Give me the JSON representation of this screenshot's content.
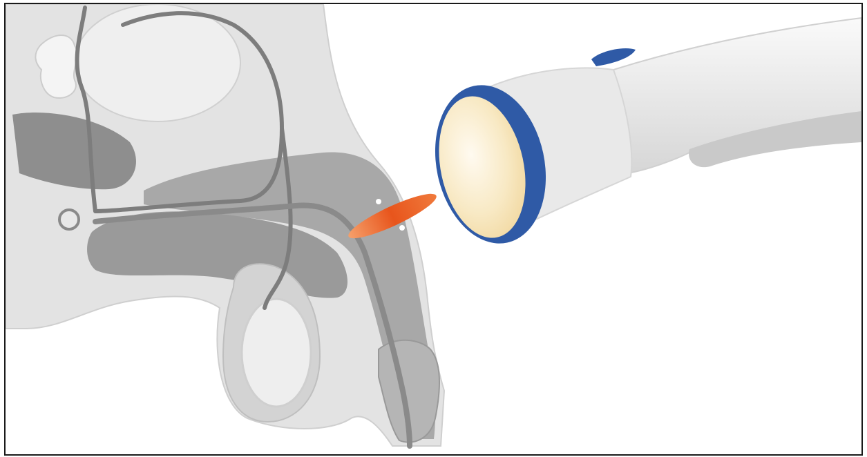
{
  "figure": {
    "colors": {
      "background": "#ffffff",
      "frame_border": "#1a1a1a",
      "tissue_light": "#e6e6e6",
      "tissue_mid": "#cfcfcf",
      "tissue_dark": "#8f8f8f",
      "duct": "#7d7d7d",
      "probe_body": "#ececec",
      "probe_ring": "#2f5aa6",
      "probe_lens": "#f8e9c4",
      "shock_focus": "#e8551c"
    },
    "objects": [
      {
        "name": "anatomy",
        "icon": "pelvic-cross-section"
      },
      {
        "name": "applicator",
        "icon": "shockwave-applicator"
      },
      {
        "name": "focal-zone",
        "icon": "shockwave-focus"
      }
    ]
  }
}
